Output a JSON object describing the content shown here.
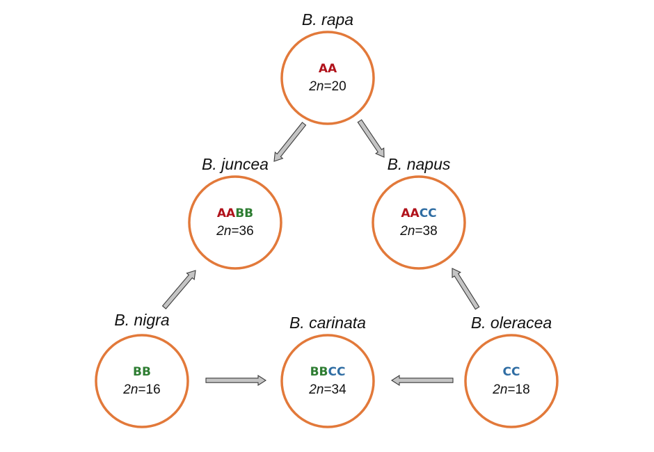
{
  "colors": {
    "circle_stroke": "#e2793a",
    "A": "#b0121b",
    "B": "#2e7d32",
    "C": "#2f6da3",
    "arrow_fill": "#c4c4c4",
    "arrow_stroke": "#3a3a3a"
  },
  "nodes": [
    {
      "id": "rapa",
      "species": "B. rapa",
      "genome": [
        "AA"
      ],
      "chrom_prefix": "2",
      "chrom_var": "n",
      "chrom_value": "=20"
    },
    {
      "id": "juncea",
      "species": "B. juncea",
      "genome": [
        "AA",
        "BB"
      ],
      "chrom_prefix": "2",
      "chrom_var": "n",
      "chrom_value": "=36"
    },
    {
      "id": "napus",
      "species": "B. napus",
      "genome": [
        "AA",
        "CC"
      ],
      "chrom_prefix": "2",
      "chrom_var": "n",
      "chrom_value": "=38"
    },
    {
      "id": "nigra",
      "species": "B. nigra",
      "genome": [
        "BB"
      ],
      "chrom_prefix": "2",
      "chrom_var": "n",
      "chrom_value": "=16"
    },
    {
      "id": "carinata",
      "species": "B. carinata",
      "genome": [
        "BB",
        "CC"
      ],
      "chrom_prefix": "2",
      "chrom_var": "n",
      "chrom_value": "=34"
    },
    {
      "id": "oleracea",
      "species": "B. oleracea",
      "genome": [
        "CC"
      ],
      "chrom_prefix": "2",
      "chrom_var": "n",
      "chrom_value": "=18"
    }
  ],
  "edges": [
    {
      "from": "rapa",
      "to": "juncea"
    },
    {
      "from": "rapa",
      "to": "napus"
    },
    {
      "from": "nigra",
      "to": "juncea"
    },
    {
      "from": "oleracea",
      "to": "napus"
    },
    {
      "from": "nigra",
      "to": "carinata"
    },
    {
      "from": "oleracea",
      "to": "carinata"
    }
  ]
}
